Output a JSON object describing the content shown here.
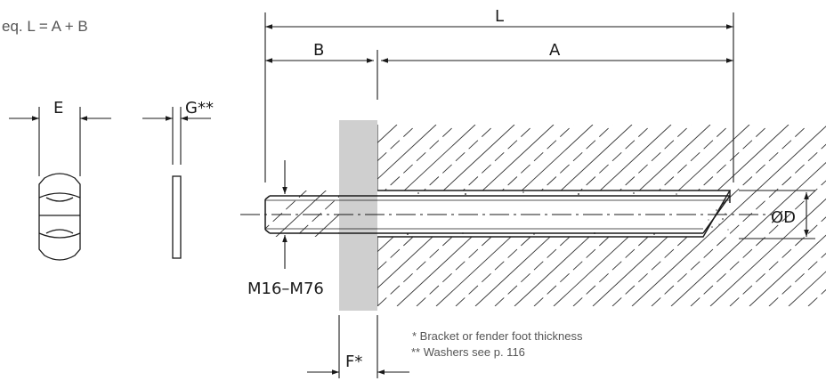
{
  "equation": "eq. L = A + B",
  "labels": {
    "L": "L",
    "A": "A",
    "B": "B",
    "E": "E",
    "G": "G**",
    "D": "ØD",
    "M": "M16–M76",
    "F": "F*"
  },
  "notes": {
    "bracket": "*  Bracket or fender foot thickness",
    "washers": "** Washers see p. 116"
  }
}
